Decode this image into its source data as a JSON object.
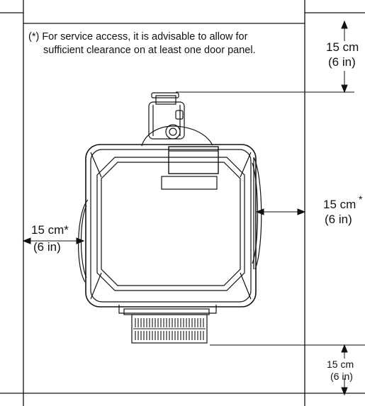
{
  "note": {
    "line1": "(*) For service access, it is advisable to allow for",
    "line2": "sufficient clearance on at least one door panel."
  },
  "dimensions": {
    "top_right": {
      "metric": "15 cm",
      "imperial": "(6 in)"
    },
    "right": {
      "metric": "15 cm",
      "imperial": "(6 in)",
      "asterisk": "*"
    },
    "left": {
      "metric": "15 cm*",
      "imperial": "(6 in)"
    },
    "bottom_right": {
      "metric": "15 cm",
      "imperial": "(6 in)"
    }
  }
}
